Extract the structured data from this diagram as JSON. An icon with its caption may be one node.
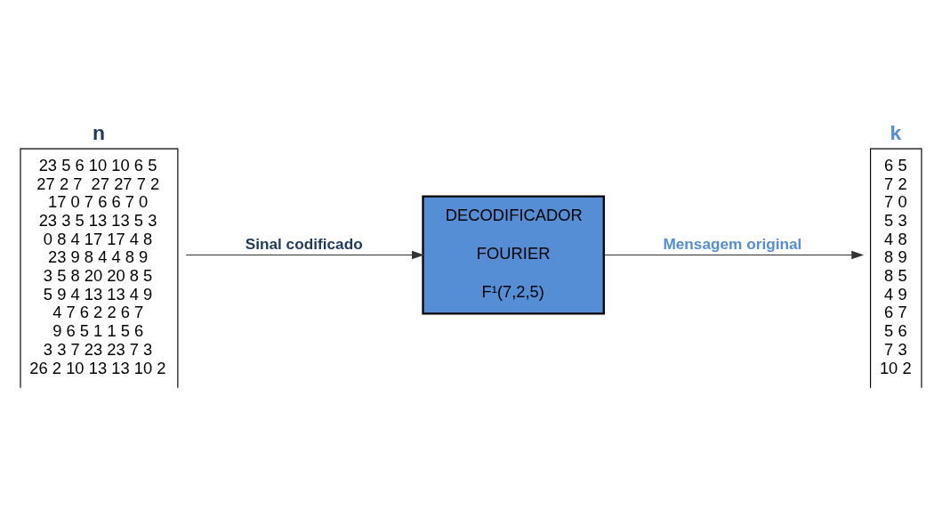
{
  "diagram": {
    "nodes": [
      {
        "text": [
          "n",
          "23 5 6 10 10 6 5",
          "27 2 7  27 27 7 2",
          "17 0 7 6 6 7 0",
          "23 3 5 13 13 5 3",
          "0 8 4 17 17 4 8",
          "23 9 8 4 4 8 9",
          "3 5 8 20 20 8 5",
          "5 9 4 13 13 4 9",
          "4 7 6 2 2 6 7",
          "9 6 5 1 1 5 6",
          "3 3 7 23 23 7 3",
          "26 2 10 13 13 10 2"
        ]
      },
      {
        "text": [
          "DECODIFICADOR",
          "FOURIER",
          "F¹(7,2,5)"
        ]
      },
      {
        "text": [
          "k",
          "6 5",
          "7 2",
          "7 0",
          "5 3",
          "4 8",
          "8 9",
          "8 5",
          "4 9",
          "6 7",
          "5 6",
          "7 3",
          "10 2"
        ]
      }
    ],
    "edges": [
      {
        "from": 0,
        "to": 1,
        "arrow": "to",
        "label": "Sinal codificado"
      },
      {
        "from": 1,
        "to": 2,
        "arrow": "to",
        "label": "Mensagem original"
      }
    ]
  }
}
